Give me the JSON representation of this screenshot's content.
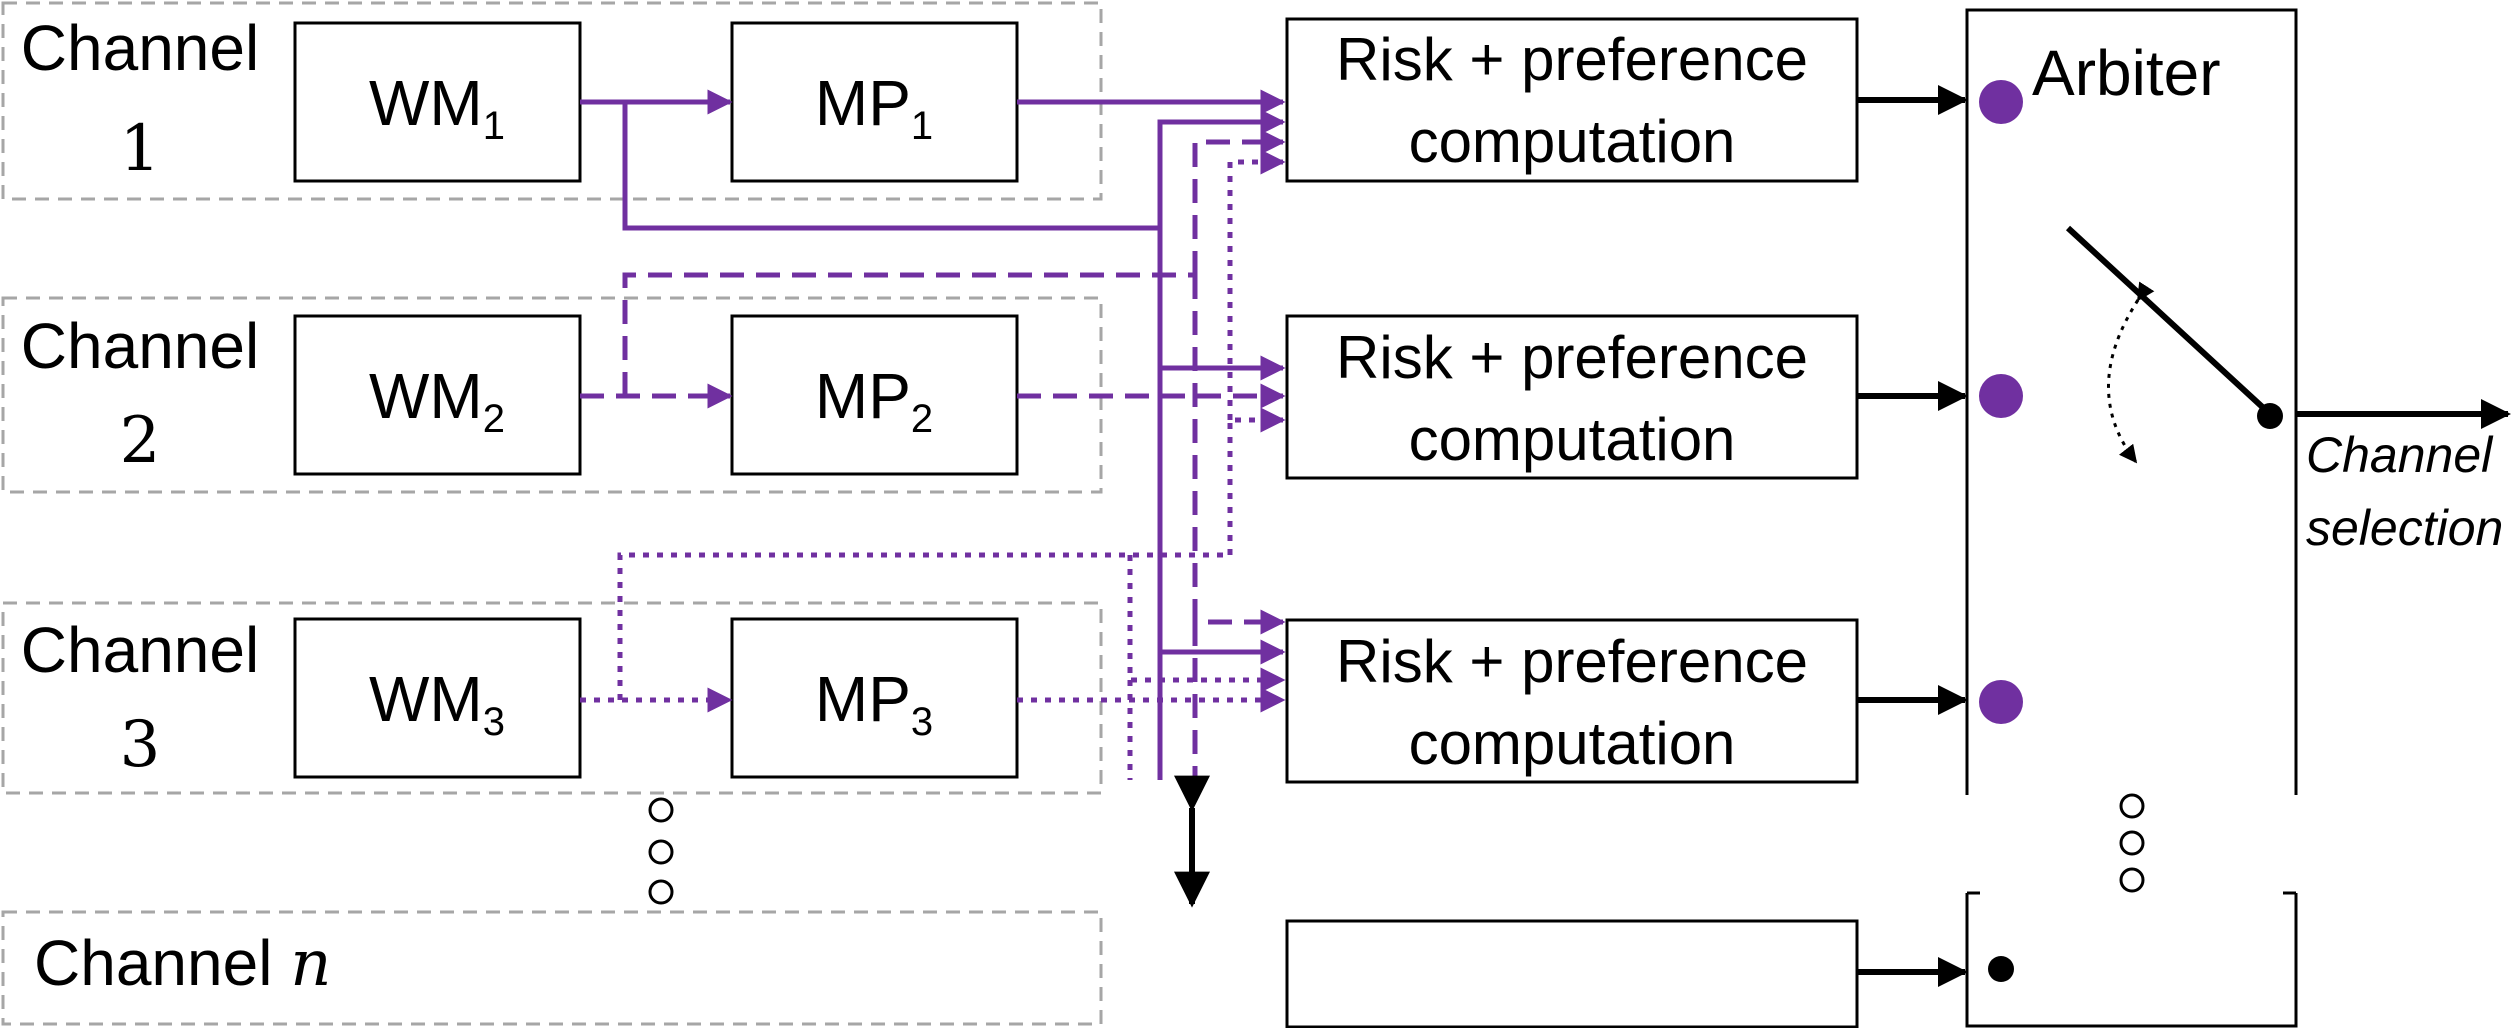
{
  "channels": [
    {
      "label": "Channel",
      "index": "1",
      "wm_base": "WM",
      "wm_sub": "1",
      "mp_base": "MP",
      "mp_sub": "1"
    },
    {
      "label": "Channel",
      "index": "2",
      "wm_base": "WM",
      "wm_sub": "2",
      "mp_base": "MP",
      "mp_sub": "2"
    },
    {
      "label": "Channel",
      "index": "3",
      "wm_base": "WM",
      "wm_sub": "3",
      "mp_base": "MP",
      "mp_sub": "3"
    }
  ],
  "channel_n": {
    "label": "Channel",
    "index": "n"
  },
  "risk_boxes": [
    {
      "line1": "Risk + preference",
      "line2": "computation"
    },
    {
      "line1": "Risk + preference",
      "line2": "computation"
    },
    {
      "line1": "Risk + preference",
      "line2": "computation"
    }
  ],
  "arbiter": {
    "title": "Arbiter"
  },
  "output": {
    "line1": "Channel",
    "line2": "selection"
  },
  "colors": {
    "purple": "#7030a0",
    "dashed_border": "#a6a6a6",
    "black": "#000000"
  }
}
